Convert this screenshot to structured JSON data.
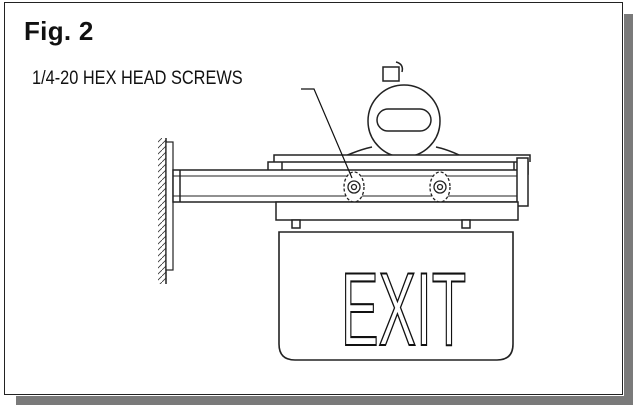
{
  "figure": {
    "title": "Fig. 2"
  },
  "callouts": [
    {
      "label": "1/4-20 HEX HEAD SCREWS"
    }
  ],
  "sign": {
    "legend": "EXIT"
  }
}
